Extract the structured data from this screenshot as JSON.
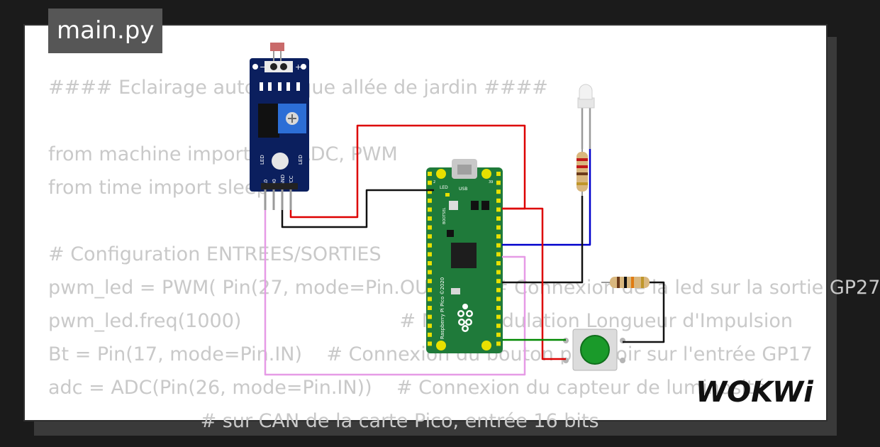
{
  "file_tab": {
    "label": "main.py"
  },
  "code_lines": [
    "#### Eclairage automatique allée de jardin ####",
    "",
    "from machine import Pin, ADC, PWM",
    "from time import sleep",
    "",
    "# Configuration ENTREES/SORTIES",
    "pwm_led = PWM( Pin(27, mode=Pin.OUT))      # Connexion de la led sur la sortie GP27",
    "pwm_led.freq(1000)                          # MLI - Modulation Longueur d'Impulsion",
    "Bt = Pin(17, mode=Pin.IN)    # Connexion du bouton poussoir sur l'entrée GP17",
    "adc = ADC(Pin(26, mode=Pin.IN))    # Connexion du capteur de luminosité",
    "                         # sur CAN de la carte Pico, entrée 16 bits"
  ],
  "sensor_module": {
    "pin_labels": [
      "A0",
      "D0",
      "GND",
      "VCC"
    ],
    "led_labels": [
      "LED",
      "LED"
    ],
    "polarity": [
      "−",
      "+"
    ]
  },
  "pico_board": {
    "usb_label": "USB",
    "led_label": "LED",
    "bootsel_label": "BOOTSEL",
    "board_text": "Raspberry Pi Pico ©2020",
    "pin_label_left": "2",
    "pin_label_right": "39"
  },
  "logo": {
    "text": "WOKWi"
  },
  "colors": {
    "wire_red": "#dd0000",
    "wire_black": "#111111",
    "wire_blue": "#0000cc",
    "wire_pink": "#e69be6",
    "wire_green": "#008800",
    "pcb_blue": "#0b1f5e",
    "pico_green": "#1f7a3a",
    "button_green": "#1a9a2a"
  }
}
